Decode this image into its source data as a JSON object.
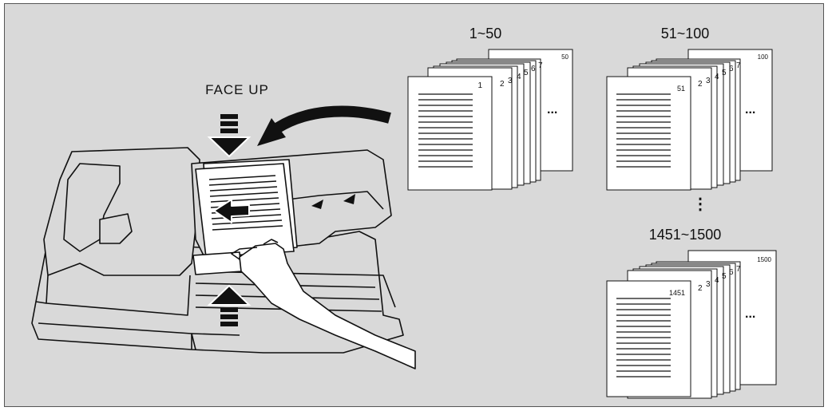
{
  "label_face_up": "FACE UP",
  "stacks": [
    {
      "range": "1~50",
      "first": "1",
      "last": "50",
      "numbers": [
        "2",
        "3",
        "4",
        "5",
        "6",
        "7"
      ],
      "ellipsis": "..."
    },
    {
      "range": "51~100",
      "first": "51",
      "last": "100",
      "numbers": [
        "2",
        "3",
        "4",
        "5",
        "6",
        "7"
      ],
      "ellipsis": "..."
    },
    {
      "range": "1451~1500",
      "first": "1451",
      "last": "1500",
      "numbers": [
        "2",
        "3",
        "4",
        "5",
        "6",
        "7"
      ],
      "ellipsis": "..."
    }
  ],
  "vertical_ellipsis": "⋮",
  "colors": {
    "background": "#d9d9d9",
    "paper": "#ffffff",
    "ink": "#111111"
  }
}
